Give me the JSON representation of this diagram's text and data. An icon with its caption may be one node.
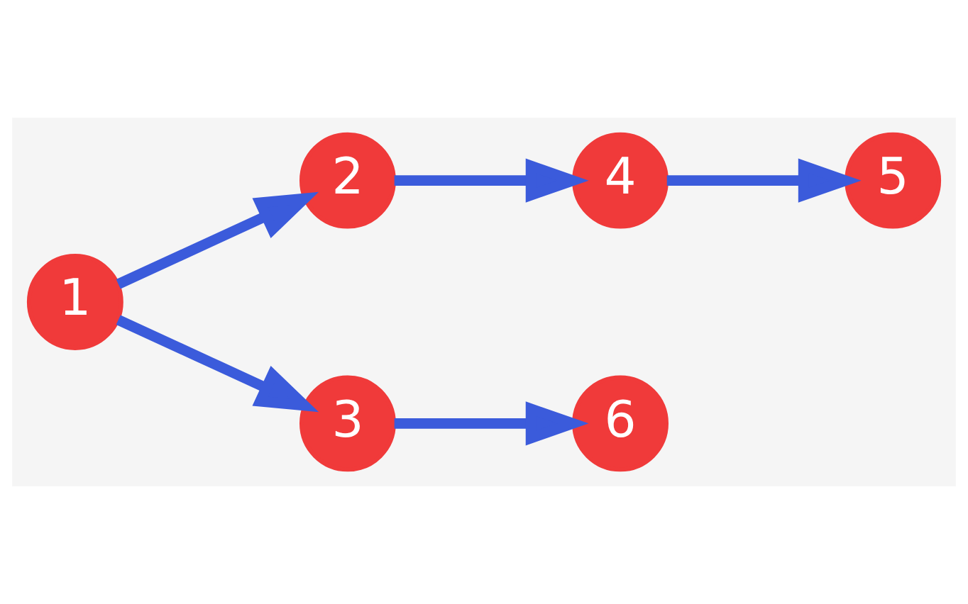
{
  "diagram": {
    "nodes": [
      {
        "text": [
          "1"
        ]
      },
      {
        "text": [
          "2"
        ]
      },
      {
        "text": [
          "3"
        ]
      },
      {
        "text": [
          "4"
        ]
      },
      {
        "text": [
          "5"
        ]
      },
      {
        "text": [
          "6"
        ]
      }
    ],
    "edges": [
      {
        "from": 0,
        "to": 1,
        "arrow": "to"
      },
      {
        "from": 0,
        "to": 2,
        "arrow": "to"
      },
      {
        "from": 1,
        "to": 3,
        "arrow": "to"
      },
      {
        "from": 3,
        "to": 4,
        "arrow": "to"
      },
      {
        "from": 2,
        "to": 5,
        "arrow": "to"
      }
    ]
  }
}
